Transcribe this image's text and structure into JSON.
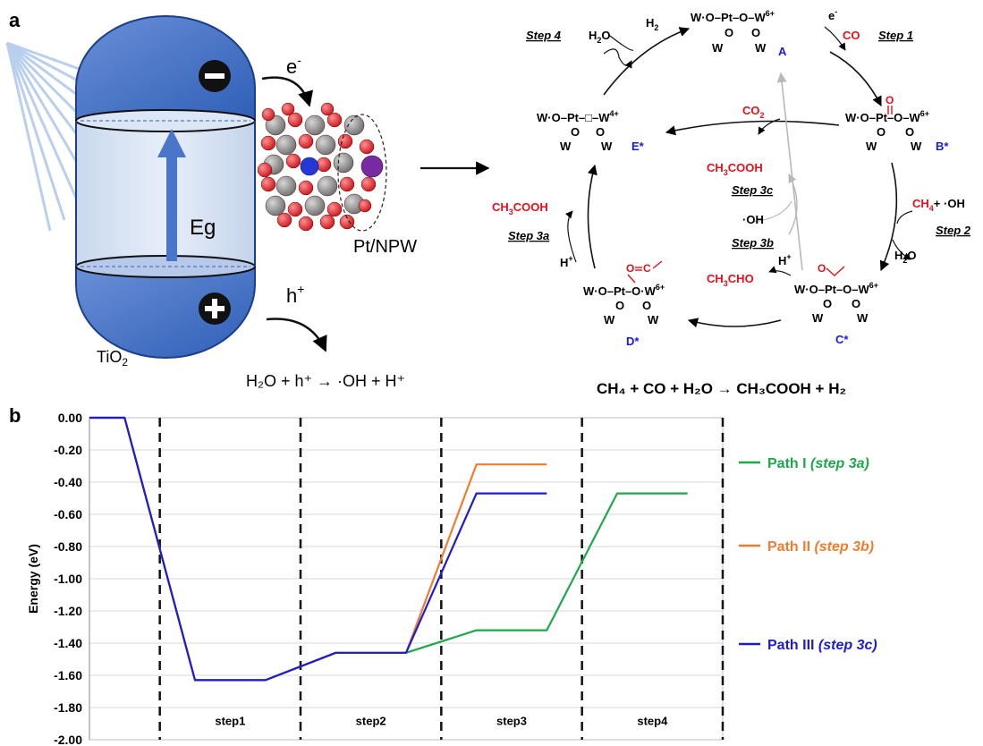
{
  "panel_a": {
    "label": "a",
    "semiconductor": {
      "electron_sign": "−",
      "hole_sign": "+",
      "gap_label": "Eg",
      "name_main": "TiO",
      "name_sub": "2"
    },
    "electron_label": "e",
    "electron_sup": "-",
    "hole_label": "h",
    "hole_sup": "+",
    "catalyst_label": "Pt/NPW",
    "hole_reaction": "H₂O + h⁺ → ·OH + H⁺",
    "cycle": {
      "A": "A",
      "B": "B*",
      "C": "C*",
      "D": "D*",
      "E": "E*",
      "step1": "Step 1",
      "step2": "Step 2",
      "step3a": "Step 3a",
      "step3b": "Step 3b",
      "step3c": "Step 3c",
      "step4": "Step 4",
      "struct_A_top": "W·O–Pt–O–W",
      "struct_A_sup": "6+",
      "struct_B_top": "W·O–Pt–O–W",
      "struct_B_sup": "6+",
      "struct_C_top": "W·O–Pt–O–W",
      "struct_C_sup": "6+",
      "struct_D_top": "W·O–Pt–O·W",
      "struct_D_sup": "6+",
      "struct_E_top": "W·O–Pt–□–W",
      "struct_E_sup": "4+",
      "sub_O": "O",
      "sub_W": "W",
      "co": "CO",
      "co_on_pt": "O",
      "co2": "CO",
      "co2_sub": "2",
      "ch4": "CH",
      "ch4_sub": "4",
      "oh_plus": "+ ·OH",
      "oh": "·OH",
      "h2o": "H",
      "h2o_sub": "2",
      "h2o_o": "O",
      "h2": "H",
      "h2_sub": "2",
      "e_minus": "e",
      "e_sup": "-",
      "hplus": "H",
      "hplus_sup": "+",
      "ch3cooh": "CH",
      "ch3cooh_rest": "COOH",
      "ch3cooh_sub": "3",
      "ch3cho": "CH",
      "ch3cho_rest": "CHO",
      "ch3cho_sub": "3",
      "acyl_o": "O",
      "acyl_c": "C"
    },
    "overall_reaction": "CH₄ + CO + H₂O → CH₃COOH + H₂"
  },
  "panel_b": {
    "label": "b"
  },
  "colors": {
    "red": "#e8101a",
    "blue": "#1a1ae6",
    "green": "#1fa84a",
    "orange": "#ee7d31",
    "navy": "#1d1dcf"
  },
  "chart_data": {
    "type": "line",
    "ylabel": "Energy (eV)",
    "ylim": [
      -2.0,
      0.0
    ],
    "yticks": [
      0.0,
      -0.2,
      -0.4,
      -0.6,
      -0.8,
      -1.0,
      -1.2,
      -1.4,
      -1.6,
      -1.8,
      -2.0
    ],
    "ytick_labels": [
      "0.00",
      "-0.20",
      "-0.40",
      "-0.60",
      "-0.80",
      "-1.00",
      "-1.20",
      "-1.40",
      "-1.60",
      "-1.80",
      "-2.00"
    ],
    "step_labels": [
      "step1",
      "step2",
      "step3",
      "step4"
    ],
    "grid": true,
    "x_range": [
      0,
      9
    ],
    "step_boundaries": [
      1,
      3,
      5,
      7,
      9
    ],
    "series": [
      {
        "name": "Path I",
        "step_tag": "(step 3a)",
        "color": "#1fa84a",
        "points": [
          [
            0.0,
            0.0
          ],
          [
            0.5,
            0.0
          ],
          [
            1.5,
            -1.63
          ],
          [
            2.5,
            -1.63
          ],
          [
            3.5,
            -1.46
          ],
          [
            4.5,
            -1.46
          ],
          [
            5.5,
            -1.32
          ],
          [
            6.5,
            -1.32
          ],
          [
            7.5,
            -0.47
          ],
          [
            8.5,
            -0.47
          ]
        ]
      },
      {
        "name": "Path II",
        "step_tag": "(step 3b)",
        "color": "#ee7d31",
        "points": [
          [
            0.0,
            0.0
          ],
          [
            0.5,
            0.0
          ],
          [
            1.5,
            -1.63
          ],
          [
            2.5,
            -1.63
          ],
          [
            3.5,
            -1.46
          ],
          [
            4.5,
            -1.46
          ],
          [
            5.5,
            -0.29
          ],
          [
            6.5,
            -0.29
          ]
        ]
      },
      {
        "name": "Path III",
        "step_tag": "(step 3c)",
        "color": "#1d1dcf",
        "points": [
          [
            0.0,
            0.0
          ],
          [
            0.5,
            0.0
          ],
          [
            1.5,
            -1.63
          ],
          [
            2.5,
            -1.63
          ],
          [
            3.5,
            -1.46
          ],
          [
            4.5,
            -1.46
          ],
          [
            5.5,
            -0.47
          ],
          [
            6.5,
            -0.47
          ]
        ]
      }
    ],
    "legend_placement": "right"
  }
}
